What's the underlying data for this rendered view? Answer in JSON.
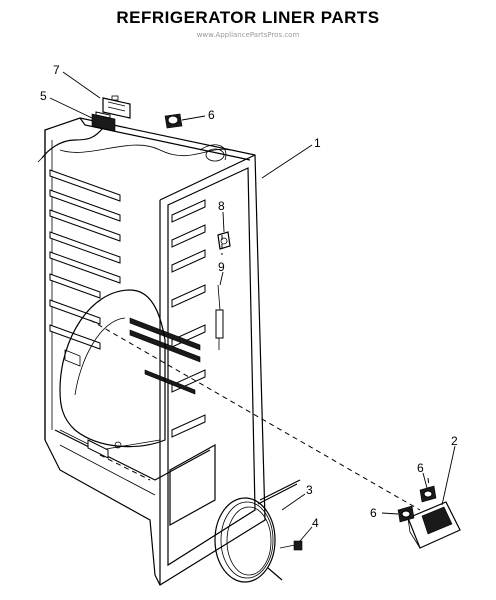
{
  "header": {
    "title": "REFRIGERATOR LINER PARTS",
    "watermark": "www.AppliancePartsPros.com"
  },
  "callouts": [
    {
      "id": "c1",
      "label": "1"
    },
    {
      "id": "c2",
      "label": "2"
    },
    {
      "id": "c3",
      "label": "3"
    },
    {
      "id": "c4",
      "label": "4"
    },
    {
      "id": "c5",
      "label": "5"
    },
    {
      "id": "c6a",
      "label": "6"
    },
    {
      "id": "c6b",
      "label": "6"
    },
    {
      "id": "c6c",
      "label": "6"
    },
    {
      "id": "c7",
      "label": "7"
    },
    {
      "id": "c8",
      "label": "8"
    },
    {
      "id": "c9",
      "label": "9"
    }
  ]
}
